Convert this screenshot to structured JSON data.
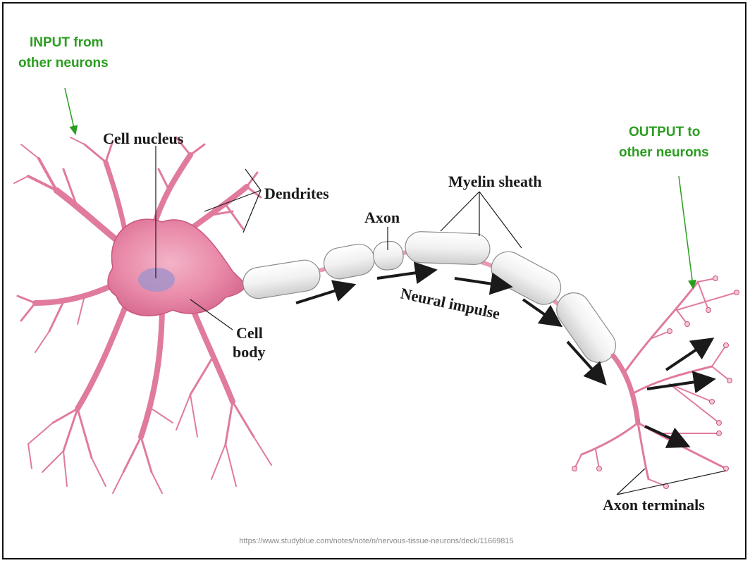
{
  "annotations": {
    "input_line1": "INPUT from",
    "input_line2": "other neurons",
    "output_line1": "OUTPUT to",
    "output_line2": "other neurons"
  },
  "labels": {
    "cell_nucleus": "Cell nucleus",
    "dendrites": "Dendrites",
    "axon": "Axon",
    "myelin_sheath": "Myelin sheath",
    "neural_impulse": "Neural impulse",
    "cell_line1": "Cell",
    "cell_line2": "body",
    "axon_terminals": "Axon terminals"
  },
  "source_url": "https://www.studyblue.com/notes/note/n/nervous-tissue-neurons/deck/11669815",
  "colors": {
    "annotation_green": "#2a9d1f",
    "neuron_pink": "#e47fa0",
    "nucleus_purple": "#a593c8",
    "myelin_gray": "#eeeeee"
  }
}
